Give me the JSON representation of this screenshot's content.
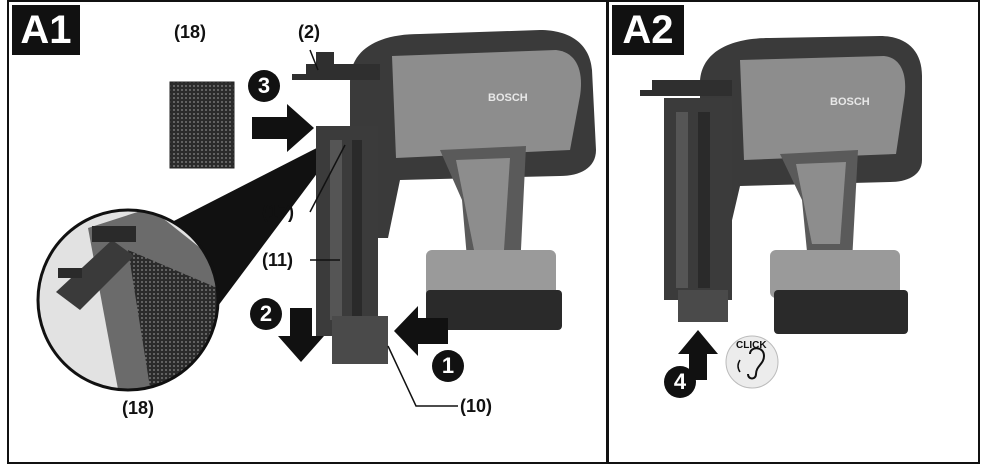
{
  "panels": [
    {
      "id": "A1"
    },
    {
      "id": "A2"
    }
  ],
  "callouts": {
    "part_18_top": "(18)",
    "part_2": "(2)",
    "part_17": "(17)",
    "part_11": "(11)",
    "part_18_detail": "(18)",
    "part_10": "(10)"
  },
  "steps": [
    "3",
    "2",
    "1",
    "4"
  ],
  "tool_logo": "BOSCH",
  "click_text": "CLICK",
  "colors": {
    "body": "#3a3a3a",
    "housing": "#8d8d8d",
    "accent": "#111111"
  }
}
